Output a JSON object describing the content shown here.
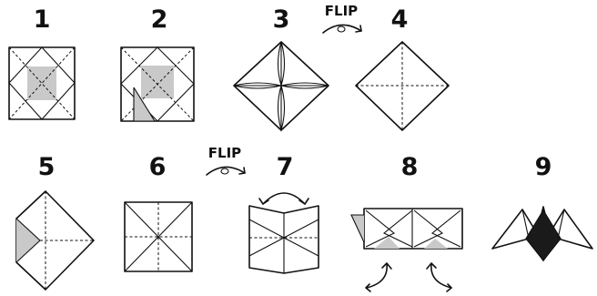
{
  "steps": [
    {
      "number": "1"
    },
    {
      "number": "2"
    },
    {
      "number": "3"
    },
    {
      "number": "4"
    },
    {
      "number": "5"
    },
    {
      "number": "6"
    },
    {
      "number": "7"
    },
    {
      "number": "8"
    },
    {
      "number": "9"
    }
  ],
  "flip_labels": [
    "FLIP",
    "FLIP"
  ]
}
